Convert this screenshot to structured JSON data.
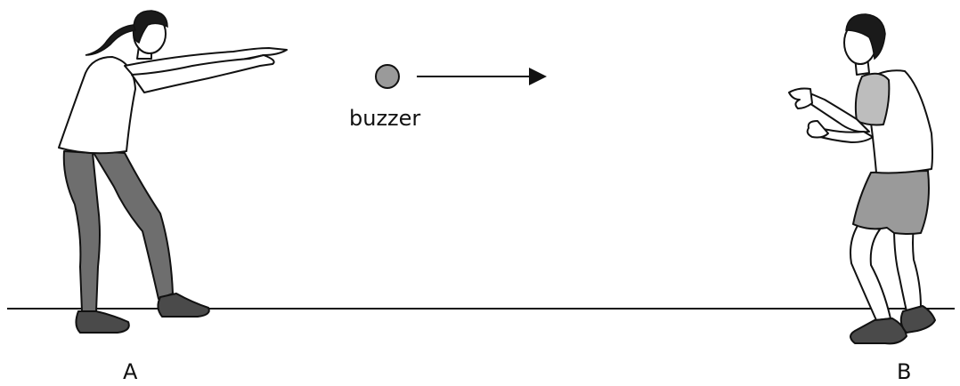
{
  "labels": {
    "object": "buzzer",
    "person_left": "A",
    "person_right": "B"
  },
  "colors": {
    "skin": "#ffffff",
    "pants": "#6e6e6e",
    "shorts": "#9a9a9a",
    "sleeve": "#bdbdbd",
    "shoes": "#4a4a4a",
    "hair": "#1a1a1a",
    "buzzer": "#9a9a9a",
    "line": "#111111"
  },
  "icons": {
    "object": "ball-icon",
    "motion": "arrow-right-icon"
  }
}
